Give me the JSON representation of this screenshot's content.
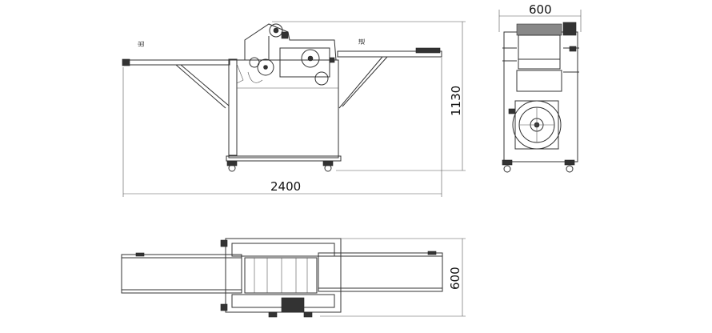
{
  "dimensions": {
    "front_width": "2400",
    "front_height": "1130",
    "side_width": "600",
    "top_depth": "600"
  },
  "labels": {
    "out_mark": "出",
    "in_mark": "进"
  }
}
